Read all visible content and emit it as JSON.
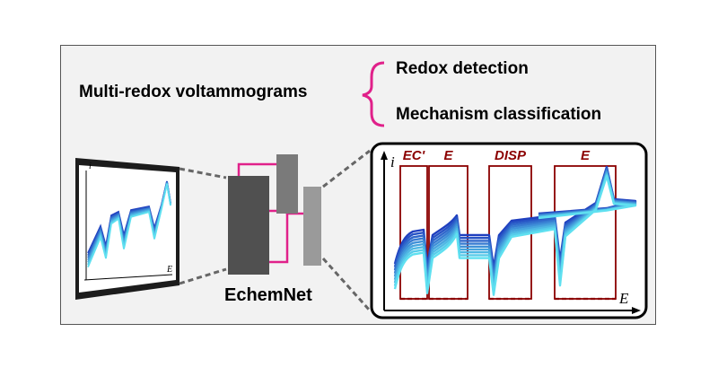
{
  "title": "Multi-redox voltammograms",
  "outputs": [
    "Redox detection",
    "Mechanism classification"
  ],
  "network_label": "EchemNet",
  "small_plot": {
    "x_axis": "E",
    "y_axis": "i"
  },
  "main_plot": {
    "x_axis": "E",
    "y_axis": "i",
    "segments": [
      "EC'",
      "E",
      "DISP",
      "E"
    ]
  },
  "colors": {
    "brace": "#e0218a",
    "connector": "#e0218a",
    "segment_box": "#8b0000",
    "curve_dark": "#1f3fbf",
    "curve_light": "#5fe0f0",
    "block_dark": "#505050",
    "block_mid": "#7a7a7a",
    "block_light": "#9a9a9a"
  }
}
